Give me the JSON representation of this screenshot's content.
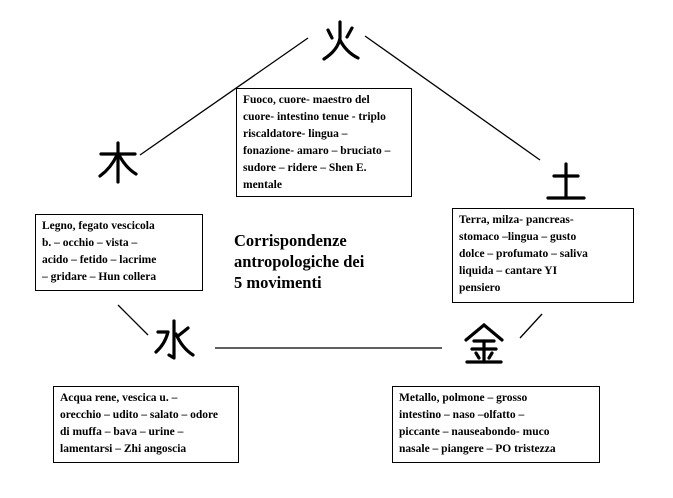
{
  "title": [
    "Corrispondenze",
    "antropologiche  dei",
    "5 movimenti"
  ],
  "elements": {
    "fire": {
      "character": "火",
      "lines": [
        "Fuoco, cuore- maestro del",
        "cuore- intestino tenue - triplo",
        "riscaldatore- lingua –",
        "fonazione- amaro – bruciato –",
        "sudore – ridere – Shen E.",
        "mentale"
      ]
    },
    "wood": {
      "character": "木",
      "lines": [
        "Legno, fegato vescicola",
        "b. – occhio – vista –",
        "acido – fetido – lacrime",
        "– gridare – Hun collera"
      ]
    },
    "earth": {
      "character": "土",
      "lines": [
        "Terra, milza- pancreas-",
        "stomaco –lingua – gusto",
        "dolce – profumato – saliva",
        "liquida – cantare YI",
        "pensiero"
      ]
    },
    "water": {
      "character": "水",
      "lines": [
        "Acqua rene, vescica u. –",
        "orecchio – udito – salato – odore",
        "di muffa – bava – urine –",
        "lamentarsi – Zhi angoscia"
      ]
    },
    "metal": {
      "character": "金",
      "lines": [
        "Metallo, polmone – grosso",
        "intestino – naso –olfatto –",
        "piccante – nauseabondo- muco",
        "nasale – piangere – PO tristezza"
      ]
    }
  }
}
